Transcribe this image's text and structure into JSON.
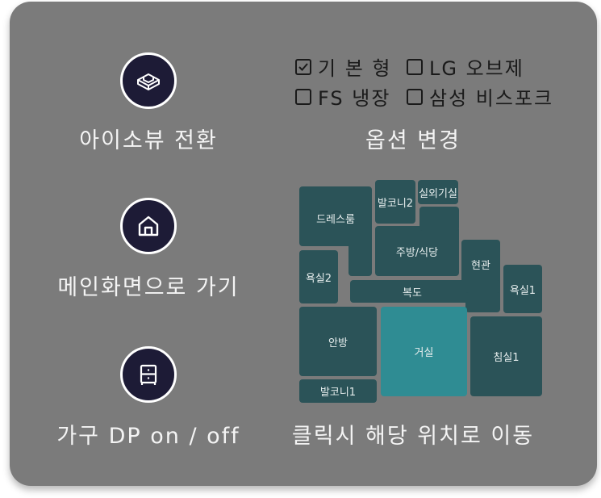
{
  "actions": {
    "iso_view": "아이소뷰 전환",
    "go_main": "메인화면으로 가기",
    "furniture_dp": "가구 DP on / off",
    "change_option": "옵션 변경",
    "move_hint": "클릭시 해당 위치로 이동"
  },
  "options": [
    {
      "label": "기 본 형",
      "checked": true
    },
    {
      "label": "LG 오브제",
      "checked": false
    },
    {
      "label": "FS 냉장",
      "checked": false
    },
    {
      "label": "삼성 비스포크",
      "checked": false
    }
  ],
  "rooms": {
    "dressroom": "드레스룸",
    "balcony2": "발코니2",
    "outdoor": "실외기실",
    "kitchen": "주방/식당",
    "bath2": "욕실2",
    "entrance": "현관",
    "hallway": "복도",
    "bath1": "욕실1",
    "master": "안방",
    "living": "거실",
    "bedroom1": "침실1",
    "balcony1": "발코니1"
  },
  "colors": {
    "panel": "#7b7b7b",
    "room": "#2b5358",
    "living_room": "#2f8c93",
    "button": "#1d1b36"
  }
}
